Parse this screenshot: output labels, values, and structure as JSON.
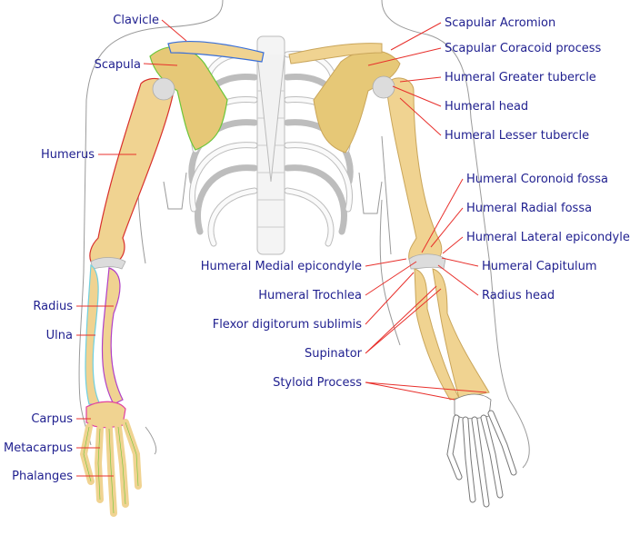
{
  "labels": {
    "clavicle": "Clavicle",
    "scapula": "Scapula",
    "humerus": "Humerus",
    "radius": "Radius",
    "ulna": "Ulna",
    "carpus": "Carpus",
    "metacarpus": "Metacarpus",
    "phalanges": "Phalanges",
    "scapular_acromion": "Scapular Acromion",
    "scapular_coracoid": "Scapular Coracoid process",
    "humeral_greater_tubercle": "Humeral Greater tubercle",
    "humeral_head": "Humeral head",
    "humeral_lesser_tubercle": "Humeral Lesser tubercle",
    "humeral_coronoid_fossa": "Humeral Coronoid fossa",
    "humeral_radial_fossa": "Humeral Radial fossa",
    "humeral_lateral_epicondyle": "Humeral Lateral epicondyle",
    "humeral_capitulum": "Humeral Capitulum",
    "radius_head": "Radius head",
    "humeral_medial_epicondyle": "Humeral Medial epicondyle",
    "humeral_trochlea": "Humeral Trochlea",
    "flexor_digitorum": "Flexor digitorum sublimis",
    "supinator": "Supinator",
    "styloid_process": "Styloid Process"
  },
  "colors": {
    "label_text": "#1f1f8f",
    "leader_line": "#e8302c",
    "bone_fill": "#f0d391",
    "clavicle_outline": "#3a6fd8",
    "scapula_outline": "#6cc63a",
    "humerus_outline": "#d8302c",
    "radius_outline": "#b040c8",
    "ulna_outline": "#6fd0e0",
    "carpus_outline": "#e040a0"
  }
}
